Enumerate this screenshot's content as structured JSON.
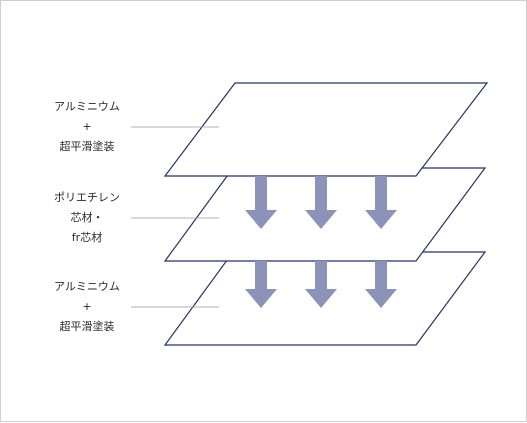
{
  "layers": [
    {
      "lines": [
        "アルミニウム",
        "+",
        "超平滑塗装"
      ]
    },
    {
      "lines": [
        "ポリエチレン",
        "芯材・",
        "fr芯材"
      ]
    },
    {
      "lines": [
        "アルミニウム",
        "+",
        "超平滑塗装"
      ]
    }
  ],
  "colors": {
    "plate_stroke": "#283362",
    "arrow_fill": "#8c92b8",
    "leader_line": "#9a9a9a",
    "frame_border": "#cfcfcf"
  }
}
